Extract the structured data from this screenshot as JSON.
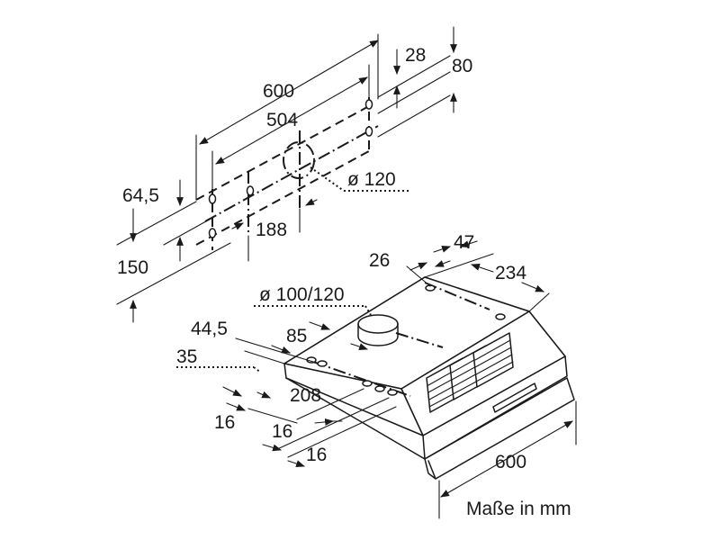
{
  "unit_note": "Maße in mm",
  "dims": {
    "wall_width": "600",
    "wall_hole_span": "504",
    "wall_right_top": "28",
    "wall_right_height": "80",
    "wall_duct": "ø 120",
    "wall_left_top": "64,5",
    "wall_left_height": "150",
    "wall_center_offset": "188",
    "hood_rear_inset": "26",
    "hood_top_offset": "47",
    "hood_depth": "234",
    "hood_duct": "ø 100/120",
    "hood_front_offset": "44,5",
    "hood_front_dist": "85",
    "hood_hole_offset": "35",
    "hood_hole_span": "208",
    "hood_step_1": "16",
    "hood_step_2": "16",
    "hood_step_3": "16",
    "hood_width": "600"
  }
}
